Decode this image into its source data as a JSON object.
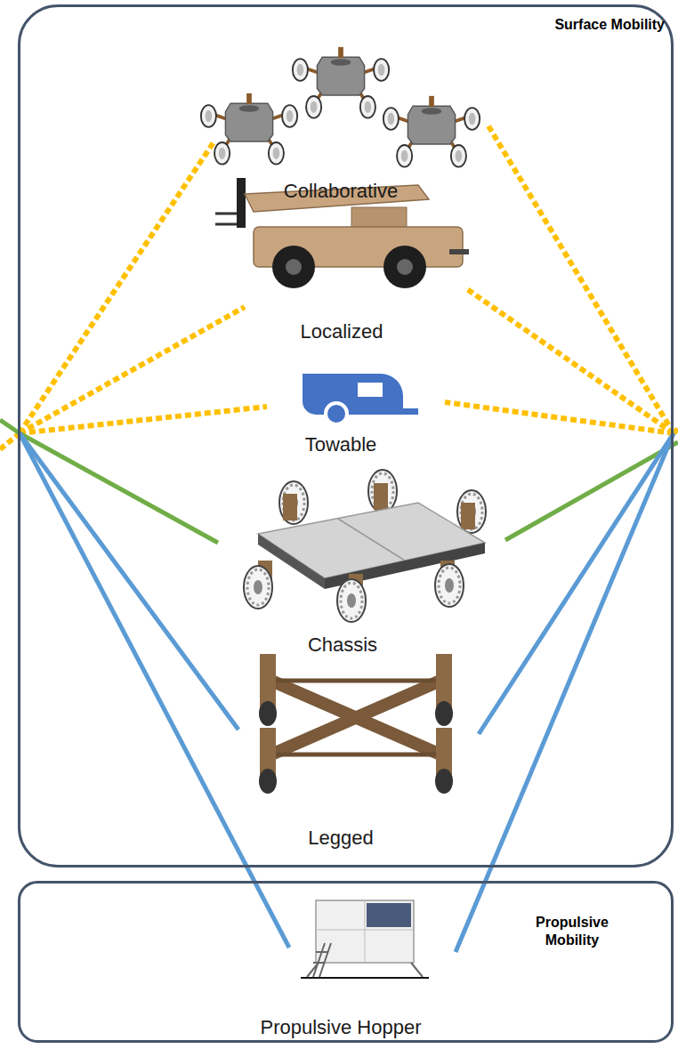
{
  "diagram": {
    "nodes": [
      {
        "text": [
          "Surface Mobility"
        ]
      },
      {
        "text": [
          "Propulsive Mobility"
        ]
      }
    ],
    "labels": [
      "Collaborative",
      "Localized",
      "Towable",
      "Chassis",
      "Legged",
      "Propulsive Hopper"
    ]
  }
}
